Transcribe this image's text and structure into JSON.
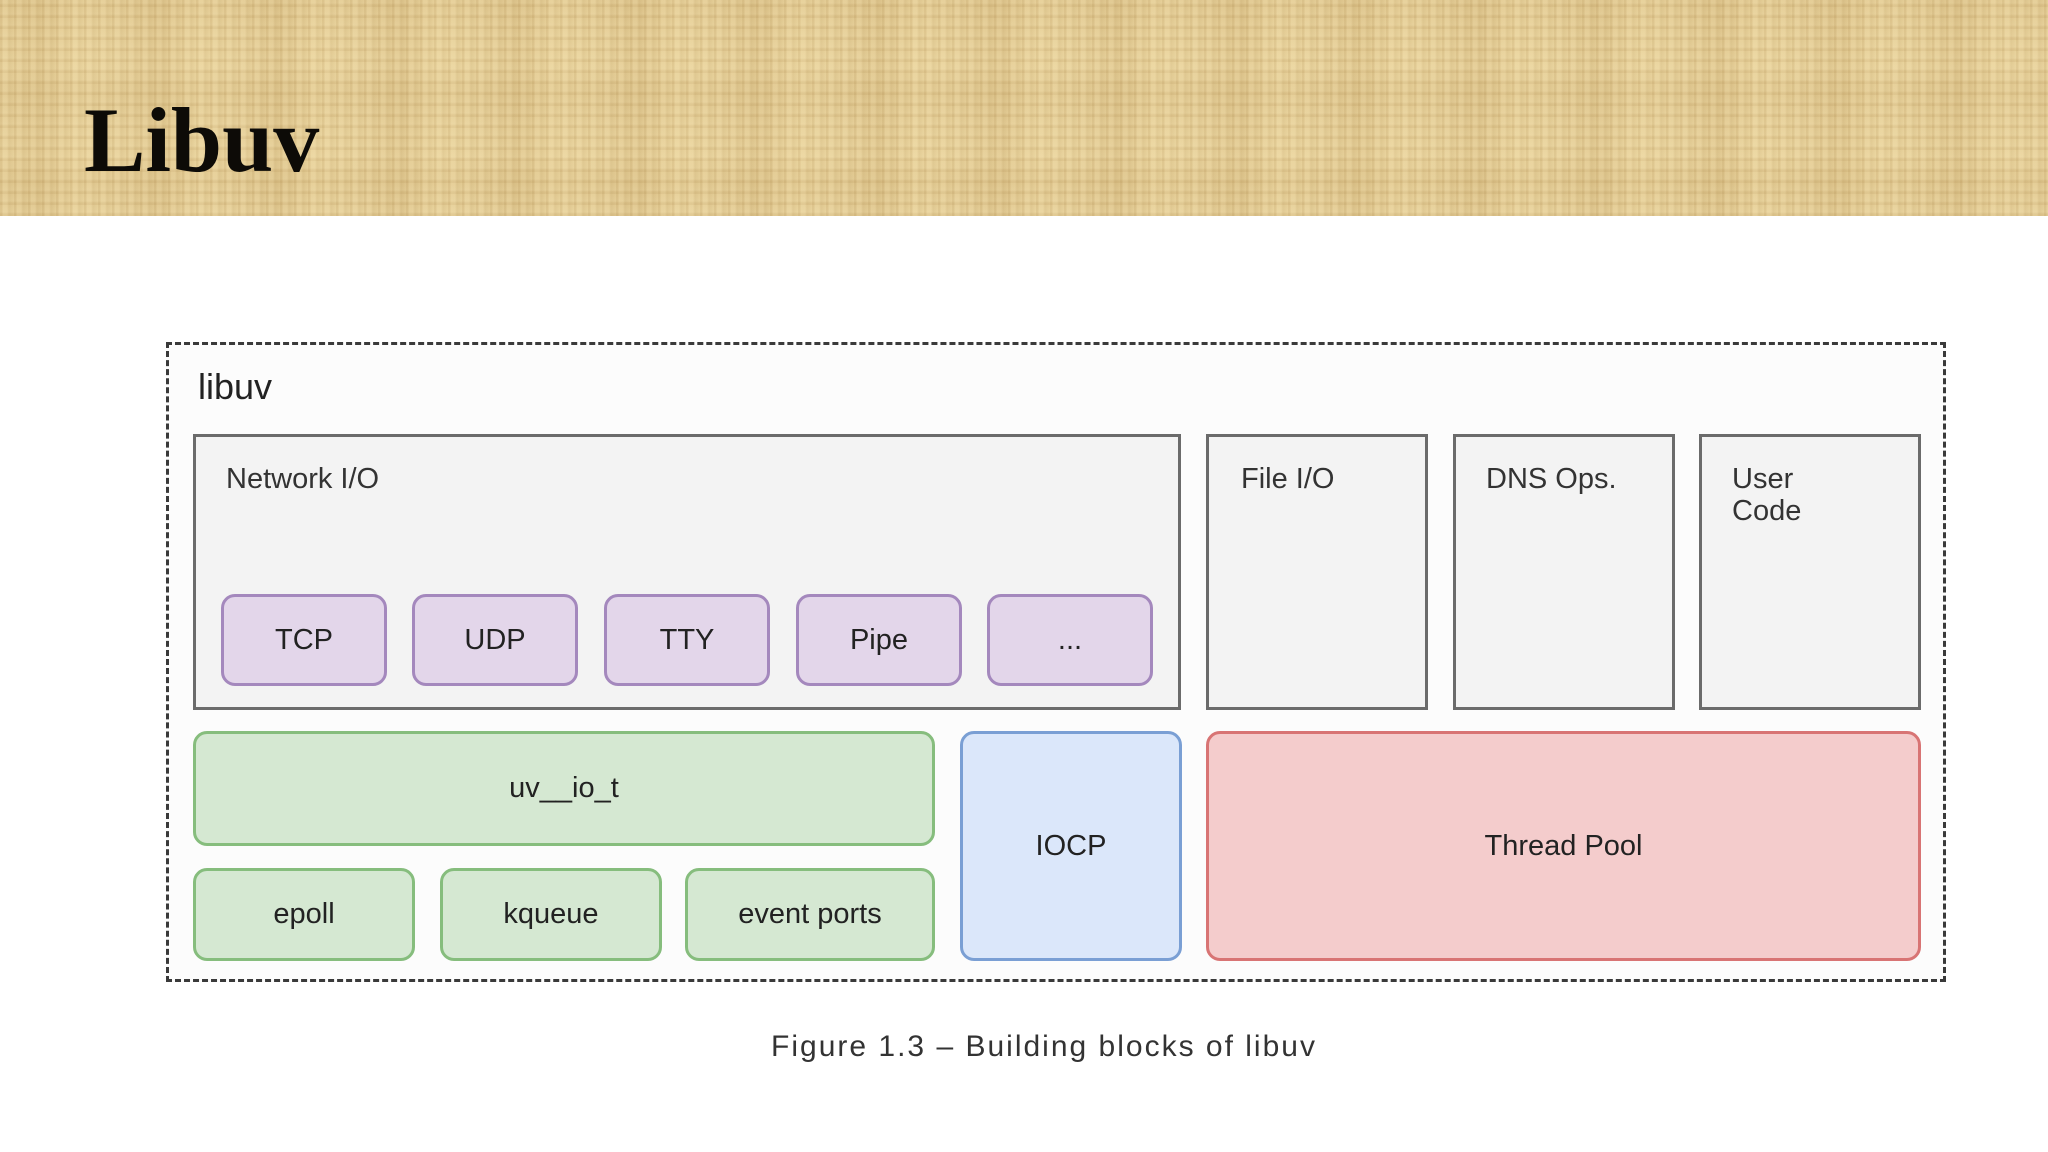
{
  "slide": {
    "title": "Libuv"
  },
  "diagram": {
    "container_label": "libuv",
    "network_io": {
      "label": "Network I/O",
      "items": [
        "TCP",
        "UDP",
        "TTY",
        "Pipe",
        "..."
      ]
    },
    "file_io": {
      "label": "File I/O"
    },
    "dns_ops": {
      "label": "DNS Ops."
    },
    "user_code": {
      "label": "User\nCode"
    },
    "uv_io_t": {
      "label": "uv__io_t"
    },
    "backends": [
      "epoll",
      "kqueue",
      "event ports"
    ],
    "iocp": {
      "label": "IOCP"
    },
    "thread_pool": {
      "label": "Thread Pool"
    },
    "caption": "Figure 1.3 – Building blocks of libuv",
    "colors": {
      "purple_fill": "#e3d6ea",
      "green_fill": "#d5e8d2",
      "blue_fill": "#dbe7fa",
      "red_fill": "#f4cccc"
    }
  }
}
